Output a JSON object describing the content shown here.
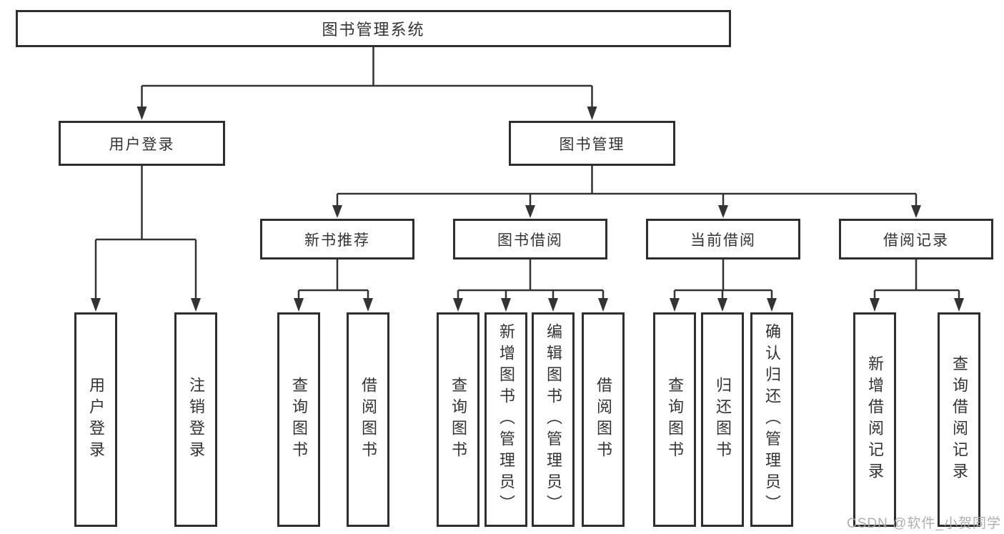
{
  "tree": {
    "root": {
      "label": "图书管理系统"
    },
    "branches": [
      {
        "label": "用户登录",
        "children": [
          {
            "label": "用户登录"
          },
          {
            "label": "注销登录"
          }
        ]
      },
      {
        "label": "图书管理",
        "children": [
          {
            "label": "新书推荐",
            "children": [
              {
                "label": "查询图书"
              },
              {
                "label": "借阅图书"
              }
            ]
          },
          {
            "label": "图书借阅",
            "children": [
              {
                "label": "查询图书"
              },
              {
                "label": "新增图书（管理员）"
              },
              {
                "label": "编辑图书（管理员）"
              },
              {
                "label": "借阅图书"
              }
            ]
          },
          {
            "label": "当前借阅",
            "children": [
              {
                "label": "查询图书"
              },
              {
                "label": "归还图书"
              },
              {
                "label": "确认归还（管理员）"
              }
            ]
          },
          {
            "label": "借阅记录",
            "children": [
              {
                "label": "新增借阅记录"
              },
              {
                "label": "查询借阅记录"
              }
            ]
          }
        ]
      }
    ]
  },
  "watermark": {
    "text": "CSDN @软件_小贺同学"
  },
  "colors": {
    "line": "#333333",
    "border": "#2e2e2e",
    "text": "#333333",
    "watermark": "#a8a8a8",
    "background": "#ffffff"
  }
}
